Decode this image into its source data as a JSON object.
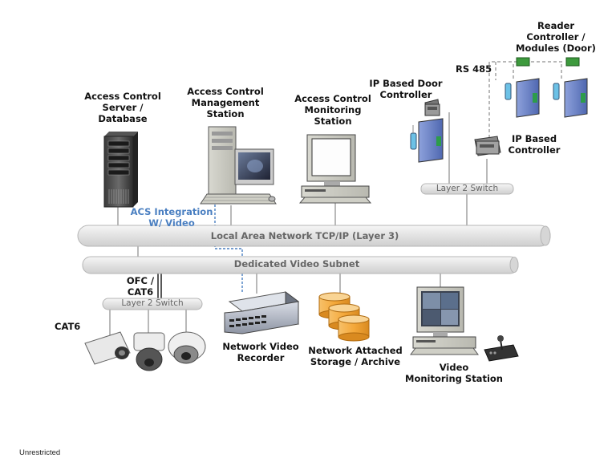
{
  "labels": {
    "acs_server": "Access Control\nServer /\nDatabase",
    "acs_management": "Access Control\nManagement\nStation",
    "acs_monitoring": "Access Control\nMonitoring\nStation",
    "ip_door_controller": "IP Based Door\nController",
    "reader_controller": "Reader\nController /\nModules (Door)",
    "rs485": "RS 485",
    "ip_controller": "IP Based\nController",
    "acs_integration": "ACS Integration\nW/ Video",
    "ofc_cat6": "OFC /\nCAT6",
    "cat6": "CAT6",
    "nvr": "Network Video\nRecorder",
    "nas": "Network Attached\nStorage / Archive",
    "video_station": "Video\nMonitoring Station"
  },
  "buses": {
    "lan": "Local Area Network TCP/IP (Layer 3)",
    "video_subnet": "Dedicated Video Subnet"
  },
  "switches": {
    "switch_top": "Layer 2 Switch",
    "switch_bottom": "Layer 2 Switch"
  },
  "footer": "Unrestricted",
  "colors": {
    "bus_fill": "#e6e6e6",
    "bus_stroke": "#b5b5b5",
    "accent_blue": "#4a7fc1",
    "door_blue": "#6b83c6",
    "nas_orange": "#f0a030",
    "board_green": "#3d9a3d"
  }
}
